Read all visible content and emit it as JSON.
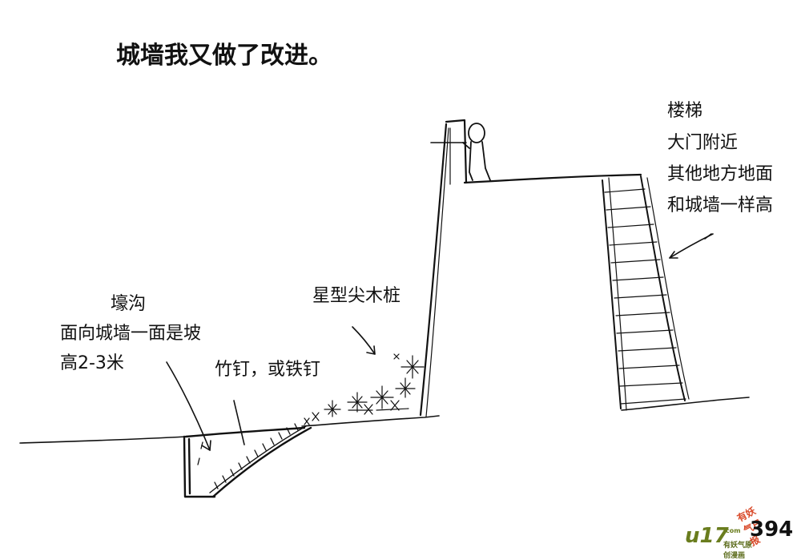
{
  "title": "城墙我又做了改进。",
  "labels": {
    "stairs": "楼梯",
    "near_gate": "大门附近",
    "other_places": "其他地方地面",
    "same_height": "和城墙一样高",
    "star_stakes": "星型尖木桩",
    "moat": "壕沟",
    "moat_slope": "面向城墙一面是坡",
    "moat_height": "高2-3米",
    "spikes": "竹钉，或铁钉"
  },
  "page_number": "394",
  "watermark": {
    "logo": "u17",
    "com": ".com",
    "slogan": "有妖气原创漫画",
    "stamp": "有妖气日报"
  },
  "colors": {
    "ink": "#111111",
    "logo": "#6a7d1e",
    "stamp": "#d94a2a"
  }
}
